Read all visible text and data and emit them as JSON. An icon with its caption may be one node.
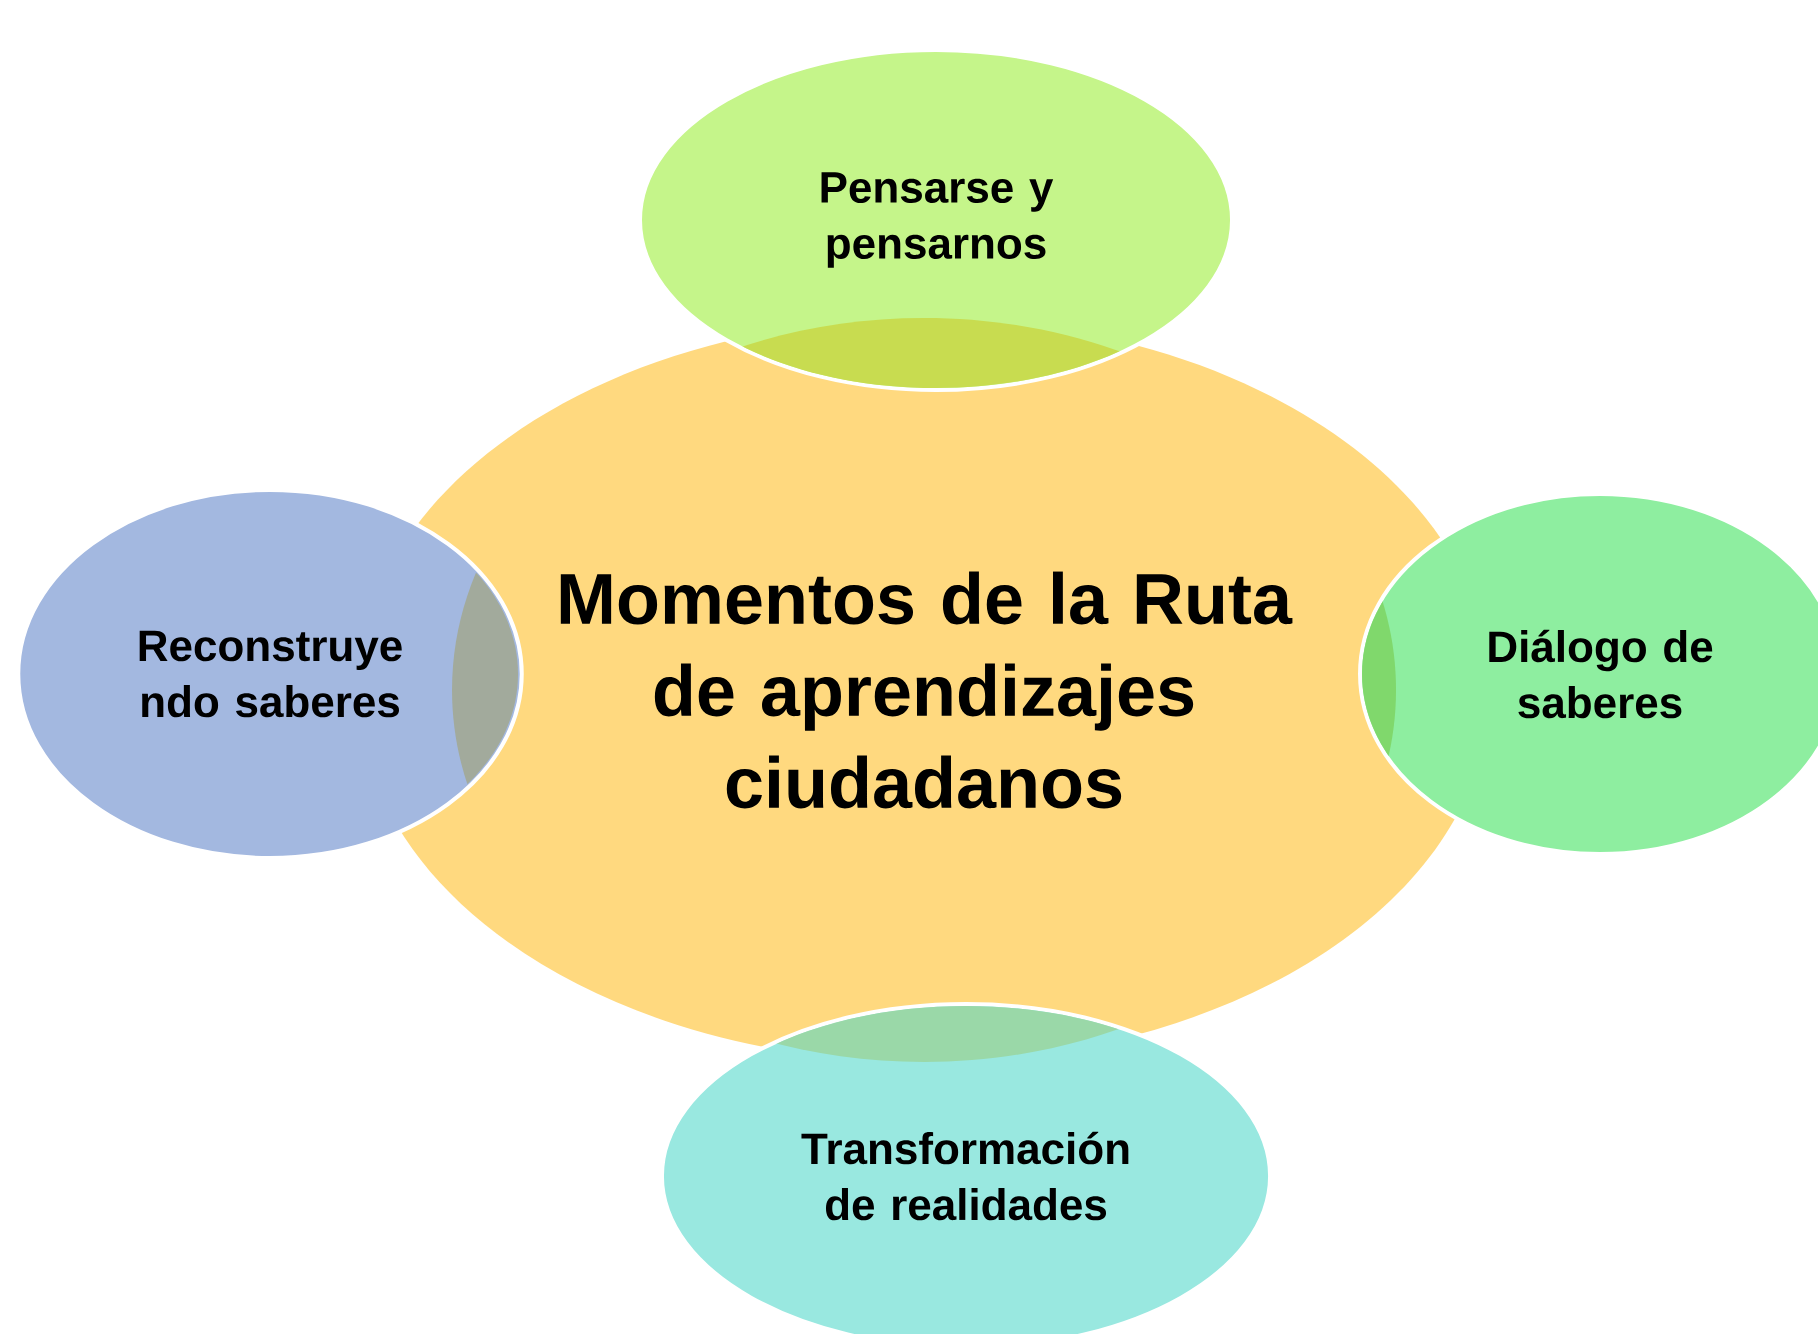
{
  "diagram": {
    "nodes": [
      {
        "text": [
          "Momentos de la Ruta de aprendizajes ciudadanos"
        ]
      },
      {
        "text": [
          "Pensarse y pensarnos"
        ]
      },
      {
        "text": [
          "Reconstruye ndo saberes"
        ]
      },
      {
        "text": [
          "Diálogo de saberes"
        ]
      },
      {
        "text": [
          "Transformación de realidades"
        ]
      }
    ]
  }
}
